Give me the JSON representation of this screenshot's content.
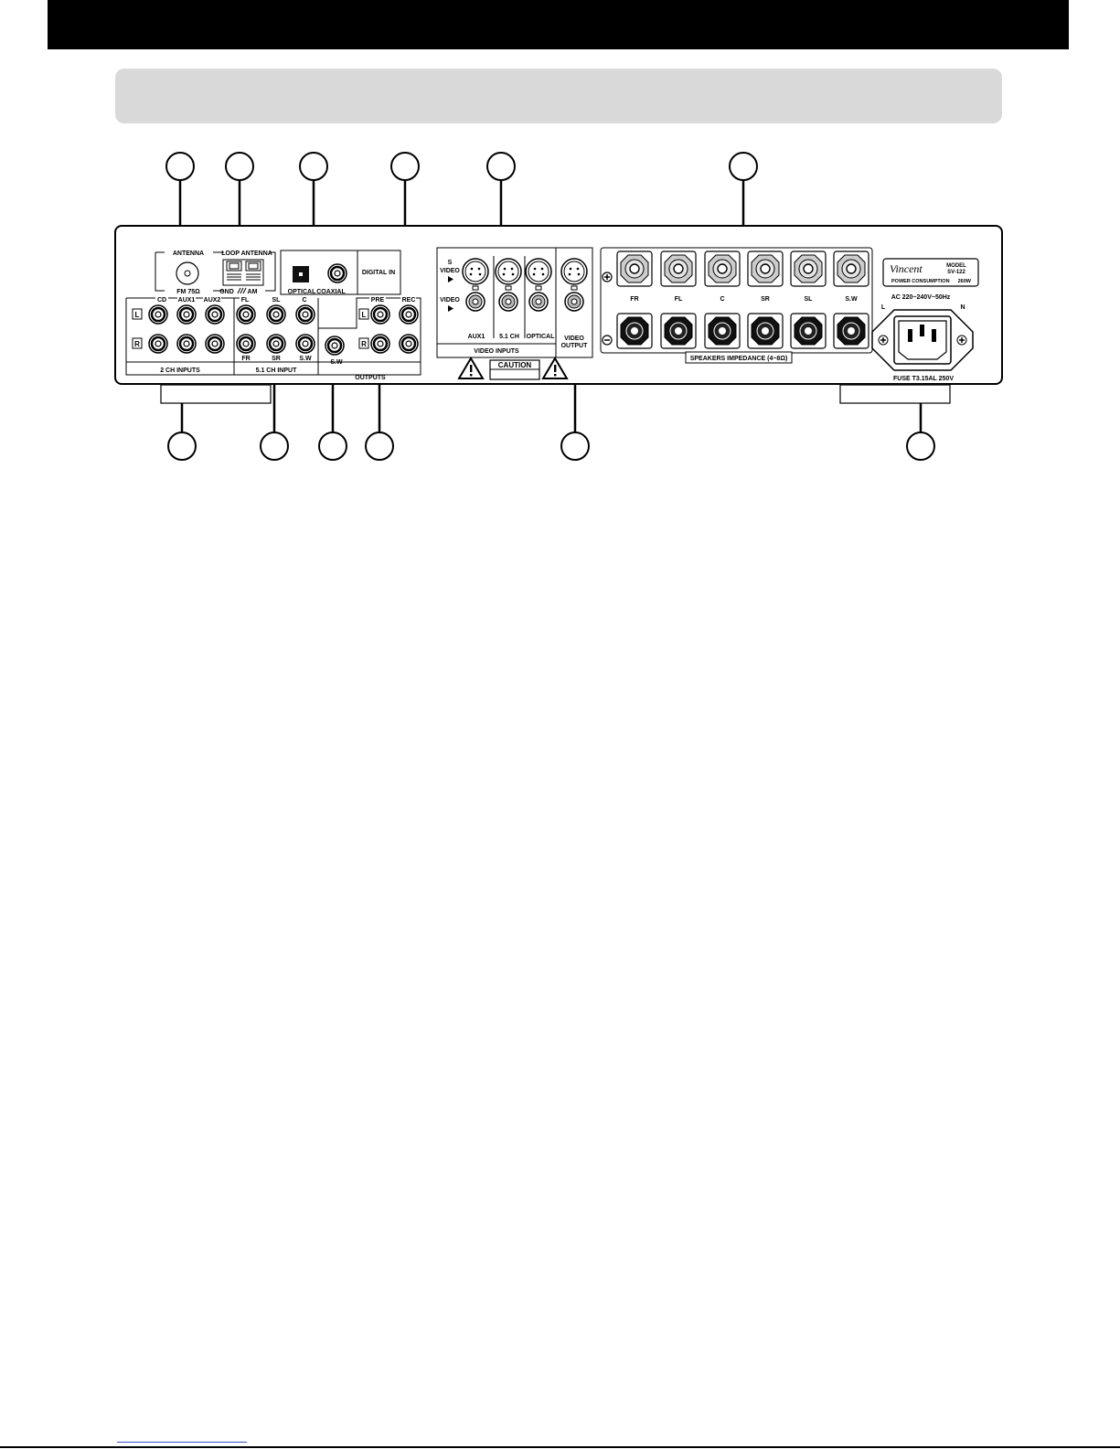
{
  "panel": {
    "antenna_group": {
      "antenna": "ANTENNA",
      "loop_antenna": "LOOP ANTENNA",
      "fm": "FM 75Ω",
      "gnd": "GND",
      "am": "AM"
    },
    "digital_group": {
      "optical": "OPTICAL",
      "coaxial": "COAXIAL",
      "digital_in": "DIGITAL IN"
    },
    "inputs_2ch": {
      "columns": [
        "CD",
        "AUX1",
        "AUX2"
      ],
      "title": "2 CH INPUTS"
    },
    "channel_left": "L",
    "channel_right": "R",
    "inputs_51": {
      "top_labels": [
        "FL",
        "SL",
        "C"
      ],
      "bottom_labels": [
        "FR",
        "SR",
        "S.W"
      ],
      "title": "5.1 CH INPUT"
    },
    "outputs": {
      "pre": "PRE",
      "rec": "REC",
      "sw": "S.W",
      "title": "OUTPUTS"
    },
    "video_inputs": {
      "s": "S",
      "s_video": "VIDEO",
      "video": "VIDEO",
      "columns": [
        "AUX1",
        "5.1 CH",
        "OPTICAL"
      ],
      "title": "VIDEO INPUTS"
    },
    "video_output": {
      "line1": "VIDEO",
      "line2": "OUTPUT"
    },
    "caution": "CAUTION",
    "speakers": {
      "labels": [
        "FR",
        "FL",
        "C",
        "SR",
        "SL",
        "S.W"
      ],
      "title": "SPEAKERS IMPEDANCE (4~8Ω)"
    },
    "brand": {
      "name": "Vincent",
      "model_label": "MODEL",
      "model": "SV-122",
      "power_label": "POWER CONSUMPTION",
      "power": "260W"
    },
    "ac": {
      "rating": "AC 220~240V~50Hz",
      "l": "L",
      "n": "N",
      "fuse": "FUSE T3.15AL 250V"
    }
  }
}
